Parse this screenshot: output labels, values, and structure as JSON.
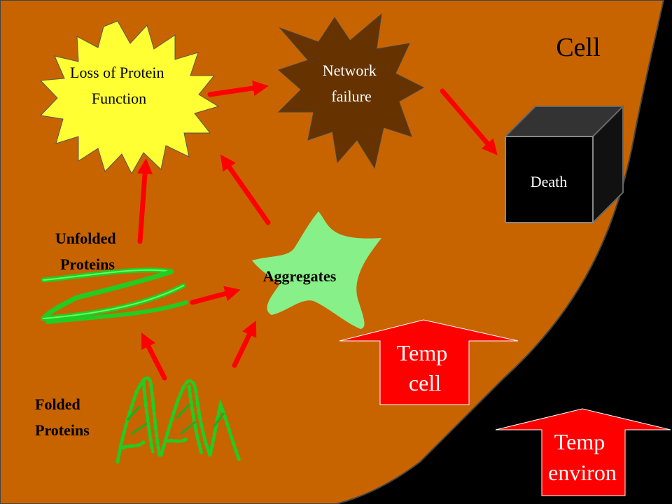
{
  "cell": {
    "label": "Cell",
    "color": "#c86400"
  },
  "nodes": {
    "loss": {
      "line1": "Loss of Protein",
      "line2": "Function",
      "color": "#ffff33"
    },
    "network": {
      "line1": "Network",
      "line2": "failure",
      "color": "#663300"
    },
    "death": {
      "label": "Death",
      "color": "#000000"
    },
    "aggregates": {
      "label": "Aggregates",
      "color": "#88f088"
    },
    "unfolded": {
      "line1": "Unfolded",
      "line2": "Proteins"
    },
    "folded": {
      "line1": "Folded",
      "line2": "Proteins"
    },
    "temp_cell": {
      "line1": "Temp",
      "line2": "cell",
      "color": "#ff0000"
    },
    "temp_environ": {
      "line1": "Temp",
      "line2": "environ",
      "color": "#ff0000"
    }
  },
  "colors": {
    "arrow": "#ff0000",
    "protein_green": "#22cc22",
    "background": "#000000"
  }
}
